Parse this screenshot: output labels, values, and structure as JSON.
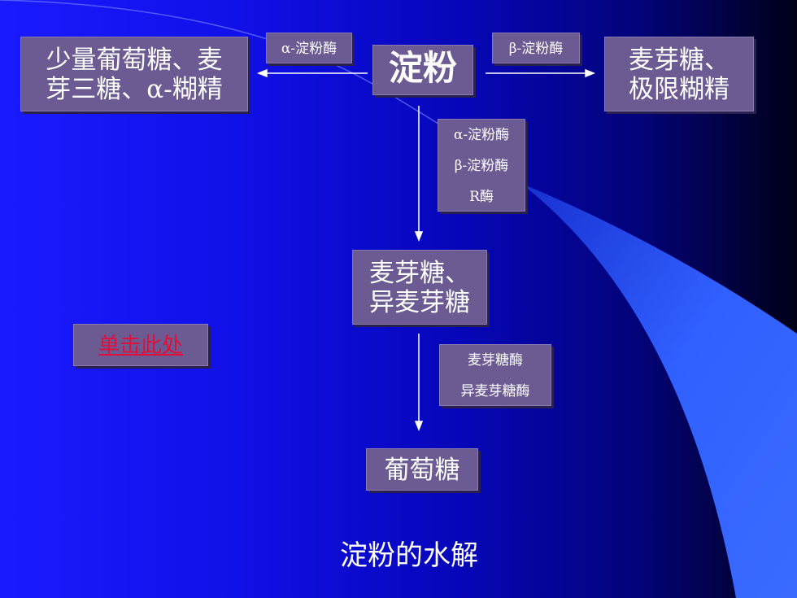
{
  "start": "淀粉",
  "left_product": [
    "少量葡萄糖、麦",
    "芽三糖、α-糊精"
  ],
  "left_enzyme": "α-淀粉酶",
  "right_product": [
    "麦芽糖、",
    "极限糊精"
  ],
  "right_enzyme": "β-淀粉酶",
  "down_enzymes": [
    "α-淀粉酶",
    "β-淀粉酶",
    "R酶"
  ],
  "middle_product": [
    "麦芽糖、",
    "异麦芽糖"
  ],
  "lower_enzymes": [
    "麦芽糖酶",
    "异麦芽糖酶"
  ],
  "final_product": "葡萄糖",
  "link": "单击此处",
  "title": "淀粉的水解",
  "colors": {
    "background_left": "#1a1aff",
    "background_right": "#000018",
    "box_fill": "#6b5b92",
    "link_text": "#e0103a",
    "swoosh": "#3a6bff"
  }
}
